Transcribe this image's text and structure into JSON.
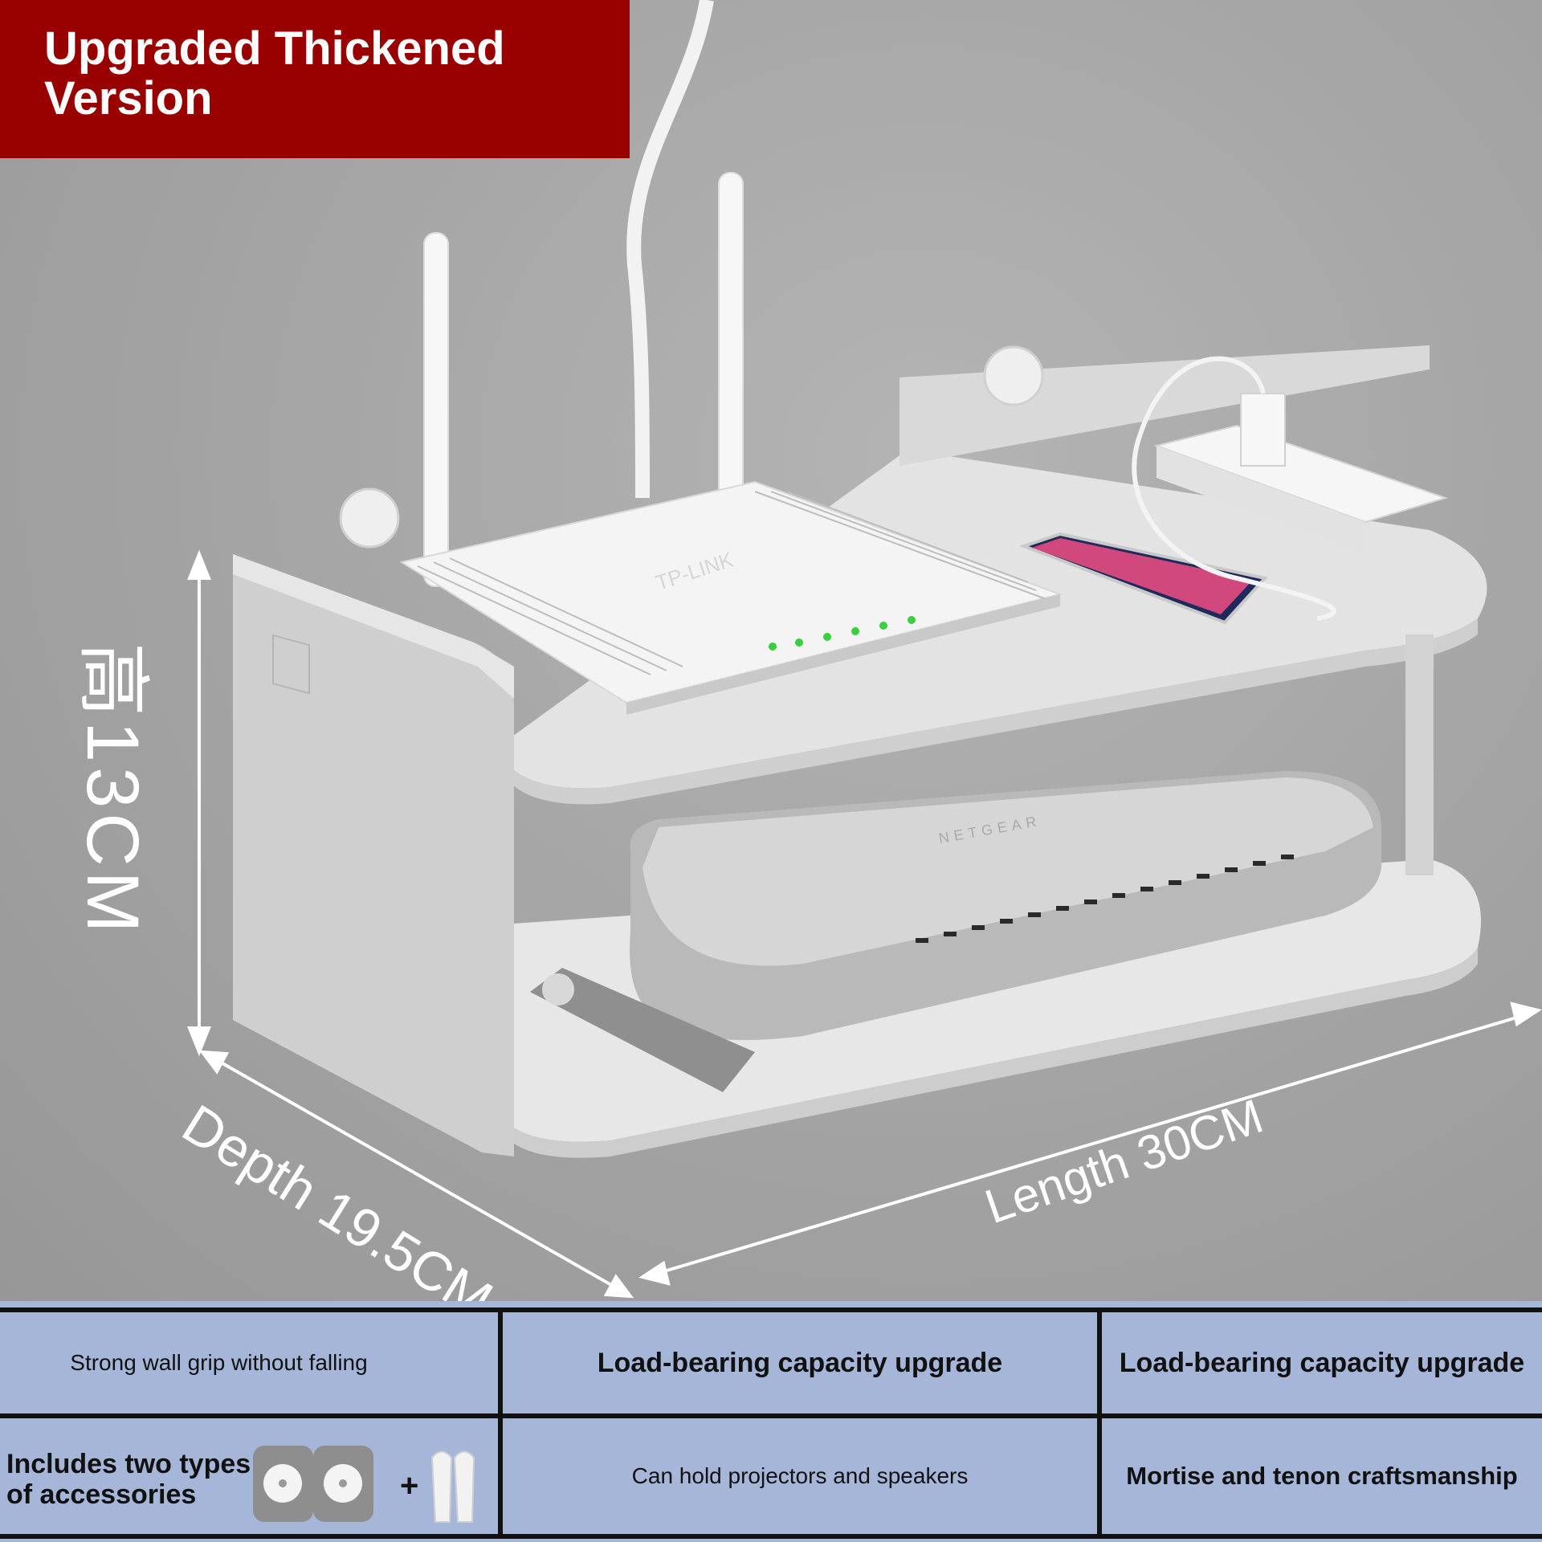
{
  "badge": {
    "text": "Upgraded Thickened Version",
    "color": "#990000"
  },
  "dimensions": {
    "height": "高13CM",
    "depth": "Depth 19.5CM",
    "length": "Length 30CM"
  },
  "product_printed_text": {
    "router_brand": "TP-LINK",
    "device_brand": "NETGEAR"
  },
  "features": {
    "row1": [
      "Strong wall grip without falling",
      "Load-bearing capacity upgrade",
      "Load-bearing capacity upgrade"
    ],
    "row2": {
      "accessories_text": "Includes two types of accessories",
      "plus_sign": "+",
      "col2": "Can hold projectors and speakers",
      "col3": "Mortise and tenon craftsmanship"
    }
  },
  "colors": {
    "table_background": "#a5b6d9",
    "wall": "#a6a6a6",
    "shelf": "#e8e8e8"
  }
}
